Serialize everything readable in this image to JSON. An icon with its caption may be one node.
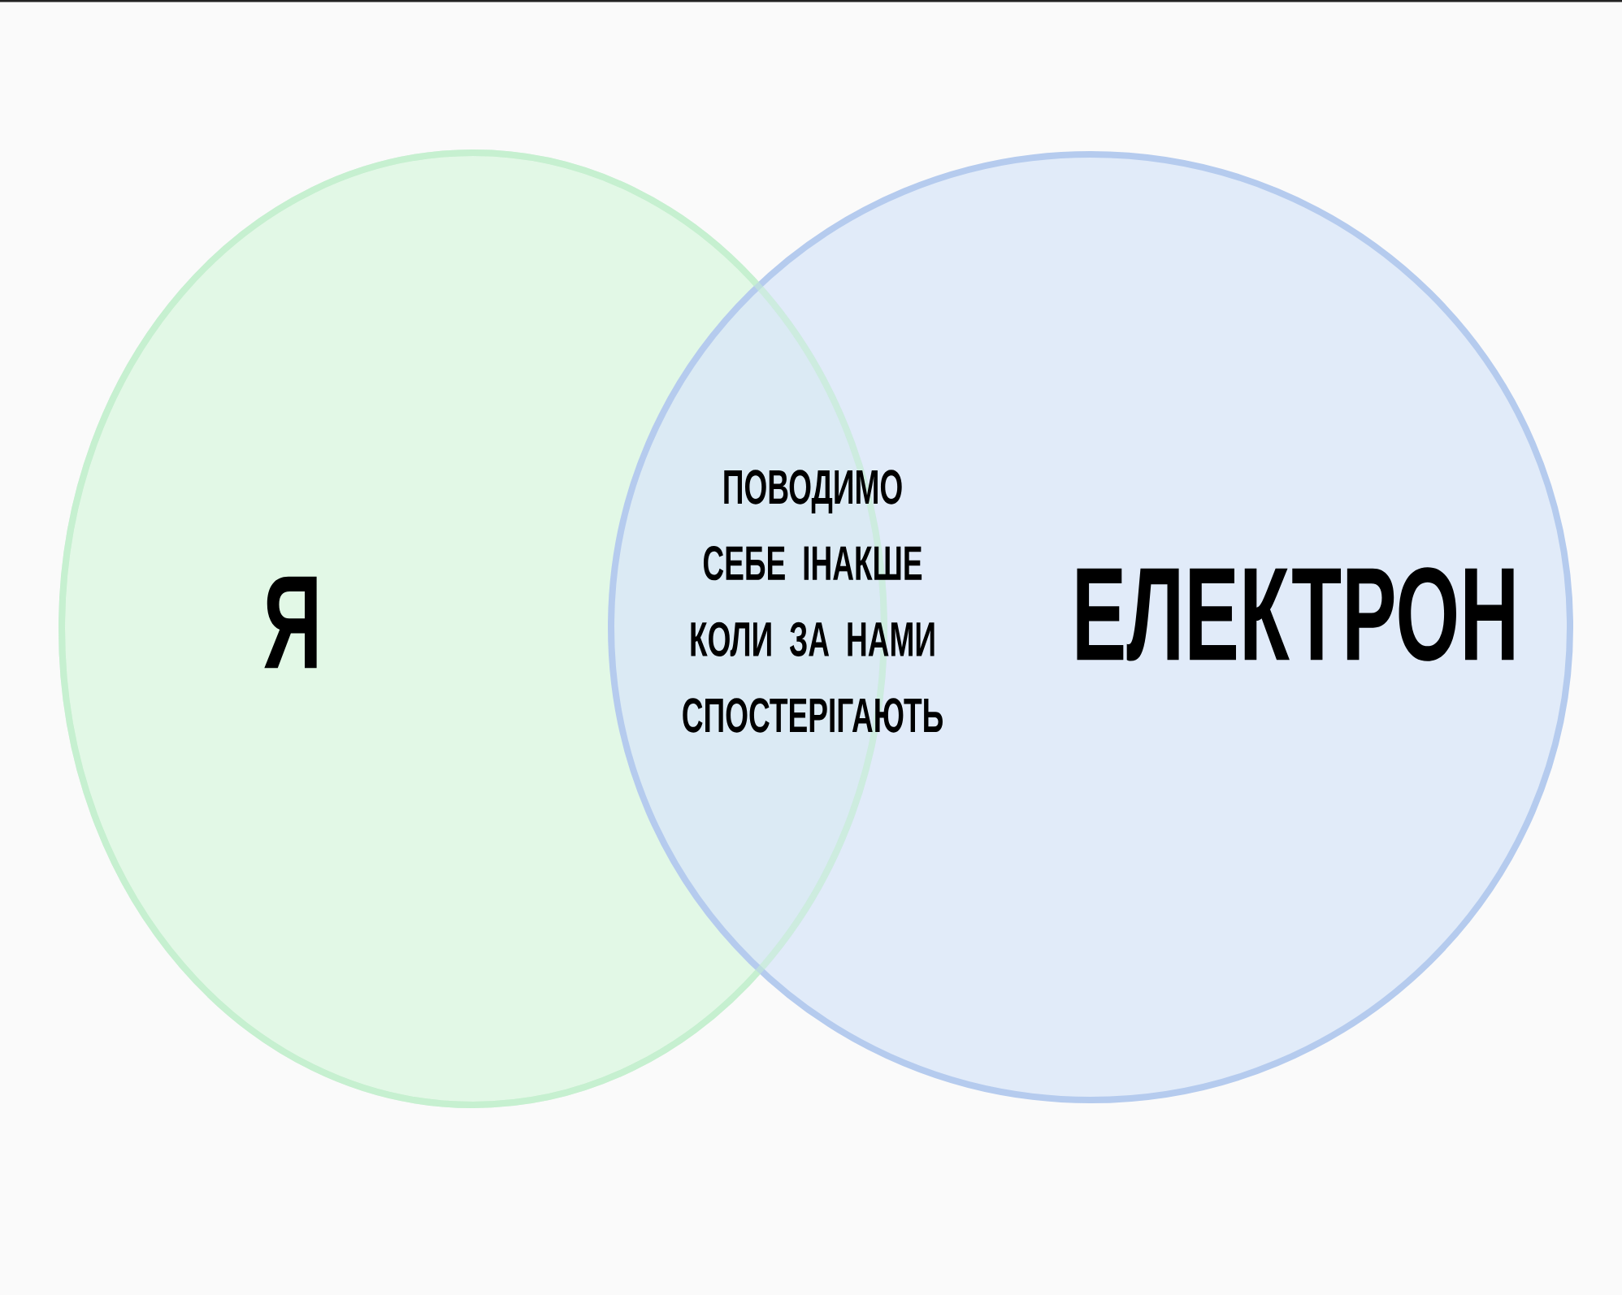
{
  "diagram": {
    "nodes": [
      {
        "text": [
          "Я"
        ]
      },
      {
        "text": [
          "ЕЛЕКТРОН"
        ]
      }
    ],
    "labels": [
      "ПОВОДИМО СЕБЕ ІНАКШЕ КОЛИ ЗА НАМИ СПОСТЕРІГАЮТЬ"
    ]
  }
}
